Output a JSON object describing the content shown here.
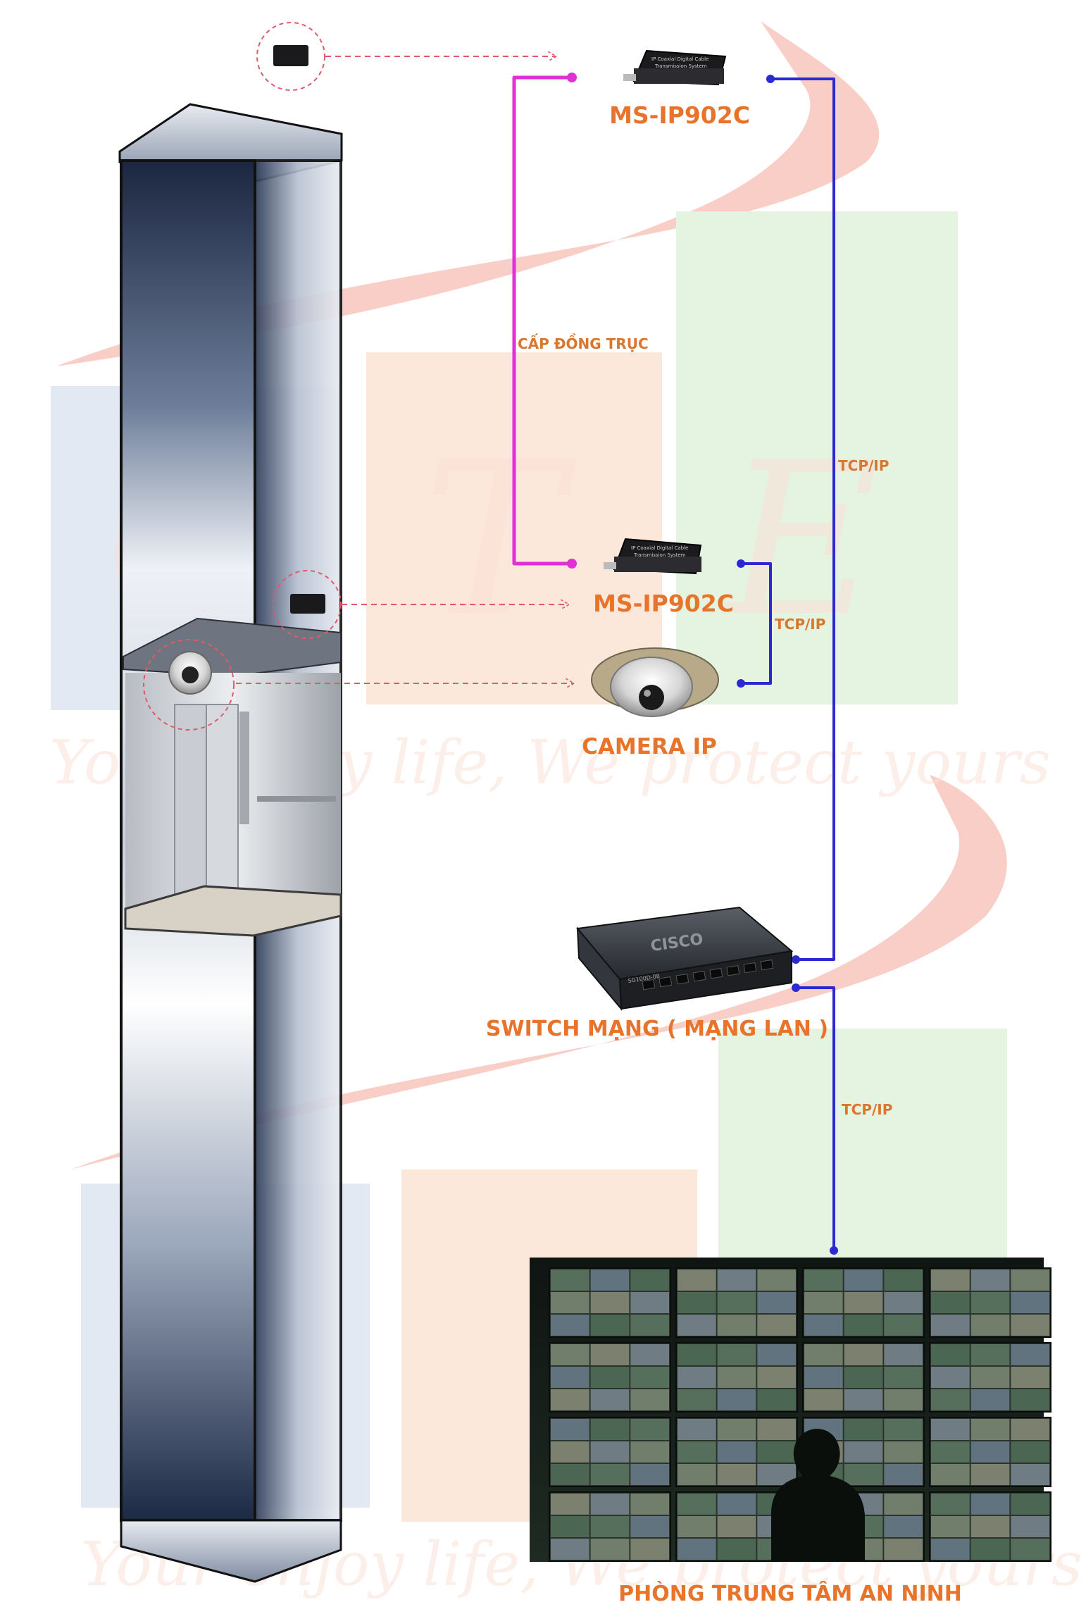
{
  "watermark": {
    "slogan": "Your enjoy life, We protect yours",
    "letters": [
      "G",
      "T",
      "E"
    ],
    "colors": {
      "blue": "#cdd7ea",
      "red": "#f2a79a",
      "green": "#cfe9c9",
      "orange": "#f9d3bd"
    }
  },
  "devices": {
    "top_transmitter": {
      "label": "MS-IP902C",
      "panel_text": [
        "IP Coaxial Digital Cable",
        "Transmission System"
      ]
    },
    "mid_transmitter": {
      "label": "MS-IP902C",
      "panel_text": [
        "IP Coaxial Digital Cable",
        "Transmission System"
      ]
    },
    "camera": {
      "label": "CAMERA IP"
    },
    "switch": {
      "label": "SWITCH MẠNG ( MẠNG LAN )",
      "brand": "CISCO",
      "model": "SG100D-08"
    },
    "control_room": {
      "label": "PHÒNG TRUNG TÂM AN NINH"
    }
  },
  "connections": {
    "coax_label": "CẤP ĐỒNG TRỤC",
    "tcp_right": "TCP/IP",
    "tcp_mid": "TCP/IP",
    "tcp_bottom": "TCP/IP"
  },
  "colors": {
    "coax_line": "#e030d6",
    "tcp_line": "#2a2ad0",
    "pointer_dash": "#e05a6a",
    "label_orange": "#e8742c",
    "shaft_dark": "#1d2a44",
    "shaft_light": "#f3f5f8"
  }
}
